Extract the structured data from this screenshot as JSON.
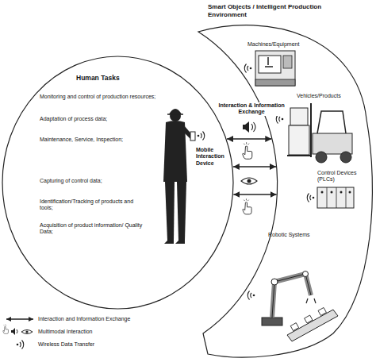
{
  "diagram": {
    "nodes": [
      {
        "text": [
          "Human Tasks",
          "Monitoring and control of production resources;",
          "Adaptation of process data;",
          "Maintenance, Service, Inspection;",
          "Capturing of control data;",
          "Identification/Tracking of products and tools;",
          "Acquisition of product information/ Quality Data;"
        ]
      },
      {
        "text": [
          "Smart Objects / Intelligent Production Environment"
        ]
      }
    ],
    "edges": [
      {
        "from": 0,
        "to": 1,
        "arrow": "both",
        "label": "Interaction & Information Exchange"
      },
      {
        "from": 0,
        "to": 1,
        "arrow": "both"
      },
      {
        "from": 0,
        "to": 1,
        "arrow": "both"
      }
    ],
    "labels": [
      "Mobile Interaction Device",
      "Machines/Equipment",
      "Vehicles/Products",
      "Control Devices (PLCs)",
      "Robotic Systems"
    ],
    "legend": [
      {
        "text": "Interaction and Information Exchange"
      },
      {
        "text": "Multimodal Interaction"
      },
      {
        "text": "Wireless Data Transfer"
      }
    ]
  }
}
